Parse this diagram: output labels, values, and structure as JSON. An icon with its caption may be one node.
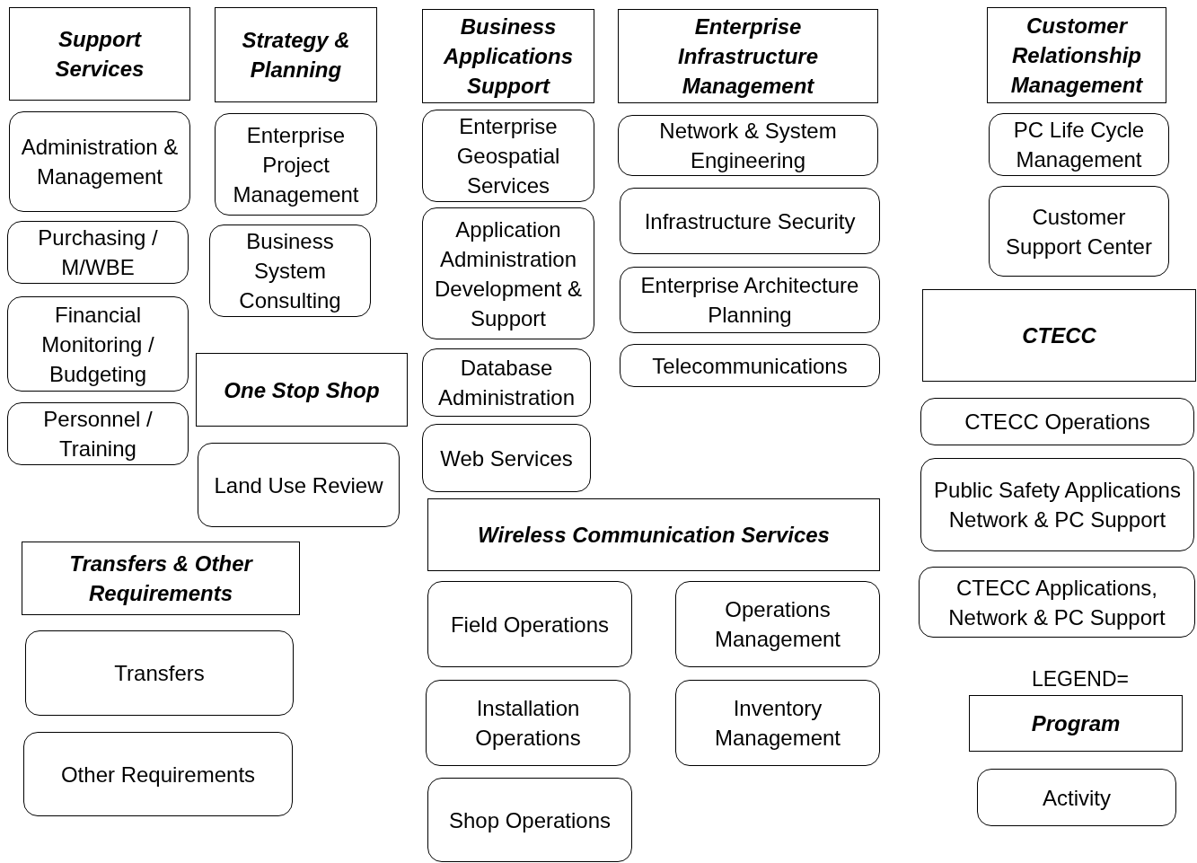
{
  "diagram": {
    "nodes": [
      {
        "text": [
          "Support Services"
        ]
      },
      {
        "text": [
          "Administration & Management"
        ]
      },
      {
        "text": [
          "Purchasing / M/WBE"
        ]
      },
      {
        "text": [
          "Financial Monitoring / Budgeting"
        ]
      },
      {
        "text": [
          "Personnel / Training"
        ]
      },
      {
        "text": [
          "Strategy & Planning"
        ]
      },
      {
        "text": [
          "Enterprise Project Management"
        ]
      },
      {
        "text": [
          "Business System Consulting"
        ]
      },
      {
        "text": [
          "One Stop Shop"
        ]
      },
      {
        "text": [
          "Land Use Review"
        ]
      },
      {
        "text": [
          "Transfers & Other Requirements"
        ]
      },
      {
        "text": [
          "Transfers"
        ]
      },
      {
        "text": [
          "Other Requirements"
        ]
      },
      {
        "text": [
          "Business Applications Support"
        ]
      },
      {
        "text": [
          "Enterprise Geospatial Services"
        ]
      },
      {
        "text": [
          "Application Administration Development & Support"
        ]
      },
      {
        "text": [
          "Database Administration"
        ]
      },
      {
        "text": [
          "Web Services"
        ]
      },
      {
        "text": [
          "Wireless Communication Services"
        ]
      },
      {
        "text": [
          "Field Operations"
        ]
      },
      {
        "text": [
          "Operations Management"
        ]
      },
      {
        "text": [
          "Installation Operations"
        ]
      },
      {
        "text": [
          "Inventory Management"
        ]
      },
      {
        "text": [
          "Shop Operations"
        ]
      },
      {
        "text": [
          "Enterprise Infrastructure Management"
        ]
      },
      {
        "text": [
          "Network & System Engineering"
        ]
      },
      {
        "text": [
          "Infrastructure Security"
        ]
      },
      {
        "text": [
          "Enterprise Architecture Planning"
        ]
      },
      {
        "text": [
          "Telecommunications"
        ]
      },
      {
        "text": [
          "Customer Relationship Management"
        ]
      },
      {
        "text": [
          "PC Life Cycle Management"
        ]
      },
      {
        "text": [
          "Customer Support Center"
        ]
      },
      {
        "text": [
          "CTECC"
        ]
      },
      {
        "text": [
          "CTECC Operations"
        ]
      },
      {
        "text": [
          "Public Safety Applications Network & PC Support"
        ]
      },
      {
        "text": [
          "CTECC Applications, Network & PC Support"
        ]
      },
      {
        "text": [
          "Program"
        ]
      },
      {
        "text": [
          "Activity"
        ]
      }
    ],
    "labels": [
      "LEGEND="
    ]
  }
}
